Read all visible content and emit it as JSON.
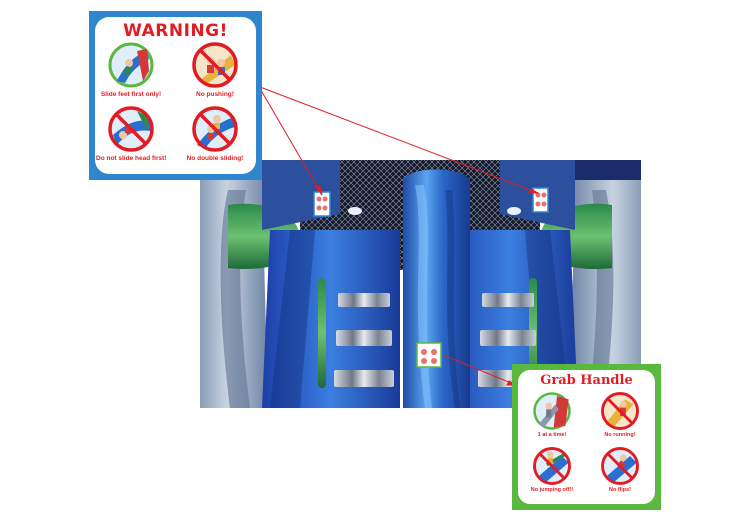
{
  "warning_card": {
    "title": "WARNING!",
    "accent_color": "#2f86cf",
    "title_color": "#e21c23",
    "signs": [
      {
        "icon": "slide-feet-first-icon",
        "caption": "Slide feet first only!",
        "prohibited": false
      },
      {
        "icon": "no-pushing-icon",
        "caption": "No pushing!",
        "prohibited": true
      },
      {
        "icon": "no-head-first-icon",
        "caption": "Do not slide head first!",
        "prohibited": true
      },
      {
        "icon": "no-double-sliding-icon",
        "caption": "No double sliding!",
        "prohibited": true
      }
    ]
  },
  "grab_handle_card": {
    "title": "Grab Handle",
    "accent_color": "#5bb83f",
    "title_color": "#e21c23",
    "signs": [
      {
        "icon": "one-at-a-time-icon",
        "caption": "1 at a time!",
        "prohibited": false
      },
      {
        "icon": "no-running-icon",
        "caption": "No running!",
        "prohibited": true
      },
      {
        "icon": "no-jumping-off-icon",
        "caption": "No jumping off!!",
        "prohibited": true
      },
      {
        "icon": "no-flips-icon",
        "caption": "No flips!",
        "prohibited": true
      }
    ]
  },
  "small_labels": {
    "left_tower": "warning-label",
    "right_tower": "warning-label",
    "center": "grab-handle-label"
  }
}
